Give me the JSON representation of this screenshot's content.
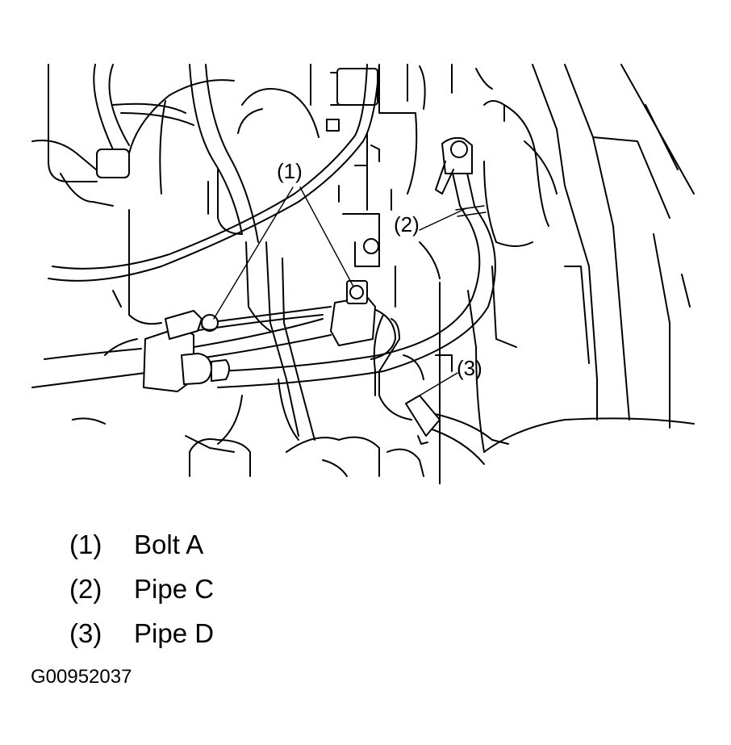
{
  "callouts": [
    {
      "id": "callout-1",
      "text": "(1)"
    },
    {
      "id": "callout-2",
      "text": "(2)"
    },
    {
      "id": "callout-3",
      "text": "(3)"
    }
  ],
  "legend": [
    {
      "num": "(1)",
      "label": "Bolt A"
    },
    {
      "num": "(2)",
      "label": "Pipe C"
    },
    {
      "num": "(3)",
      "label": "Pipe D"
    }
  ],
  "figure_id": "G00952037"
}
